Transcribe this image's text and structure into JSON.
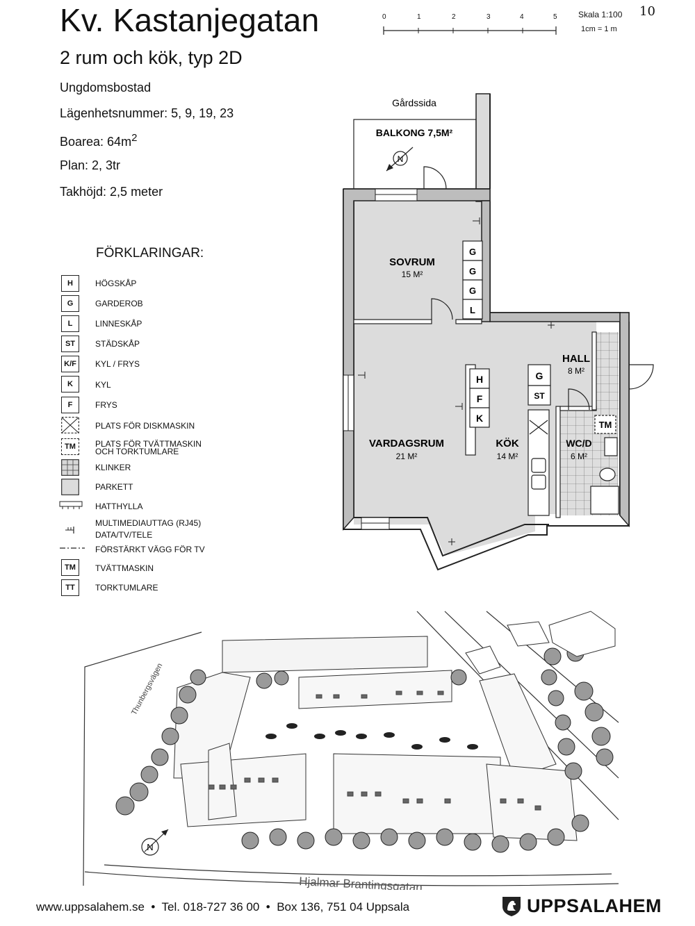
{
  "header": {
    "title": "Kv. Kastanjegatan",
    "subtitle": "2 rum och kök, typ 2D",
    "page_number": "10",
    "scale": {
      "ticks": [
        "0",
        "1",
        "2",
        "3",
        "4",
        "5"
      ],
      "label": "Skala 1:100",
      "sub": "1cm = 1 m"
    }
  },
  "info": {
    "type": "Ungdomsbostad",
    "apartments": "Lägenhetsnummer: 5, 9, 19, 23",
    "area_label": "Boarea: 64m",
    "area_sup": "2",
    "plan": "Plan:  2, 3tr",
    "ceiling": "Takhöjd: 2,5 meter"
  },
  "legend": {
    "heading": "FÖRKLARINGAR:",
    "items": [
      {
        "symbol": "H",
        "label": "HÖGSKÅP"
      },
      {
        "symbol": "G",
        "label": "GARDEROB"
      },
      {
        "symbol": "L",
        "label": "LINNESKÅP"
      },
      {
        "symbol": "ST",
        "label": "STÄDSKÅP"
      },
      {
        "symbol": "K/F",
        "label": "KYL / FRYS"
      },
      {
        "symbol": "K",
        "label": "KYL"
      },
      {
        "symbol": "F",
        "label": "FRYS"
      },
      {
        "symbol": "",
        "label": "PLATS FÖR DISKMASKIN"
      },
      {
        "symbol": "TM",
        "label": "PLATS FÖR TVÄTTMASKIN",
        "label2": "OCH TORKTUMLARE"
      },
      {
        "symbol": "",
        "label": "KLINKER"
      },
      {
        "symbol": "",
        "label": "PARKETT"
      },
      {
        "symbol": "",
        "label": "HATTHYLLA"
      },
      {
        "symbol": "",
        "label": "MULTIMEDIAUTTAG (RJ45)",
        "label2": "DATA/TV/TELE"
      },
      {
        "symbol": "",
        "label": "FÖRSTÄRKT VÄGG FÖR TV"
      },
      {
        "symbol": "TM",
        "label": "TVÄTTMASKIN"
      },
      {
        "symbol": "TT",
        "label": "TORKTUMLARE"
      }
    ]
  },
  "plan": {
    "courtyard": "Gårdssida",
    "balcony": "BALKONG 7,5M²",
    "bedroom": {
      "name": "SOVRUM",
      "area": "15 M²"
    },
    "living": {
      "name": "VARDAGSRUM",
      "area": "21 M²"
    },
    "kitchen": {
      "name": "KÖK",
      "area": "14 M²"
    },
    "hall": {
      "name": "HALL",
      "area": "8 M²"
    },
    "bath": {
      "name": "WC/D",
      "area": "6 M²"
    },
    "wardrobes": [
      "G",
      "G",
      "G",
      "L"
    ],
    "kitchen_units": [
      "H",
      "F",
      "K"
    ],
    "hall_units": [
      "G",
      "ST"
    ],
    "bath_unit": "TM",
    "north": "N"
  },
  "site": {
    "street_south": "Hjalmar Brantingsgatan",
    "street_west": "Thunbergsvägen",
    "north": "N"
  },
  "footer": {
    "website": "www.uppsalahem.se",
    "phone": "Tel. 018-727 36 00",
    "address": "Box 136, 751 04 Uppsala",
    "brand": "UPPSALAHEM"
  }
}
